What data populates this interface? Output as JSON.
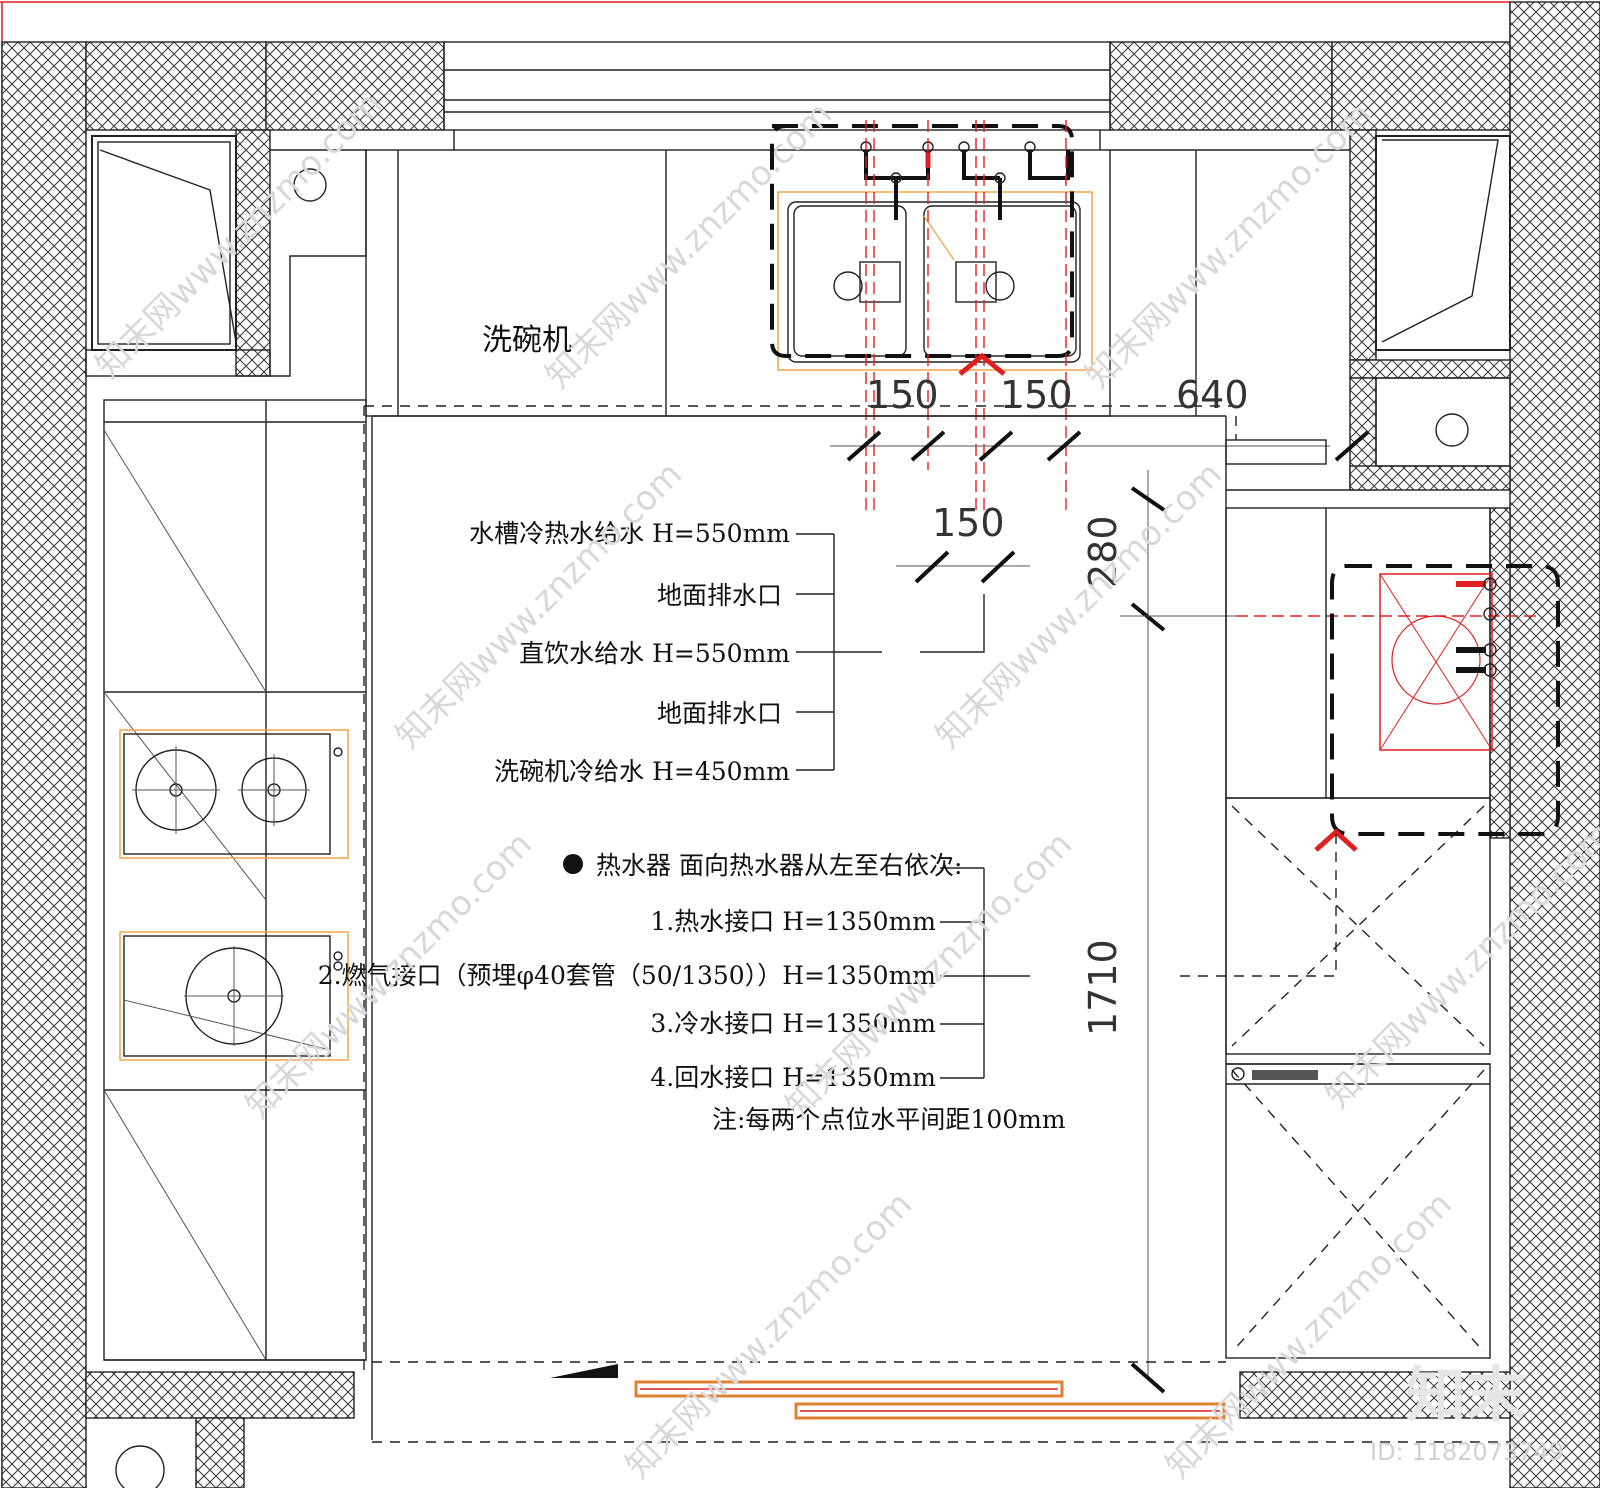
{
  "room_label": "洗碗机",
  "dimensions": {
    "d1": "150",
    "d2": "150",
    "d3": "640",
    "d4": "150",
    "d5": "280",
    "d6": "1710"
  },
  "sink_legend": [
    "水槽冷热水给水 H=550mm",
    "地面排水口",
    "直饮水给水 H=550mm",
    "地面排水口",
    "洗碗机冷给水 H=450mm"
  ],
  "heater_legend": {
    "title": "热水器 面向热水器从左至右依次:",
    "items": [
      "1.热水接口 H=1350mm",
      "2.燃气接口（预埋φ40套管（50/1350））H=1350mm",
      "3.冷水接口 H=1350mm",
      "4.回水接口 H=1350mm"
    ],
    "note": "注:每两个点位水平间距100mm"
  },
  "watermark_text": "知末网www.znzmo.com",
  "brand_mark": "知末",
  "id_label": "ID: 1182073749",
  "colors": {
    "line": "#222222",
    "red": "#e02020",
    "orange": "#f0a040",
    "wall_hatch": "#333333",
    "watermark": "#d8d8d8"
  }
}
